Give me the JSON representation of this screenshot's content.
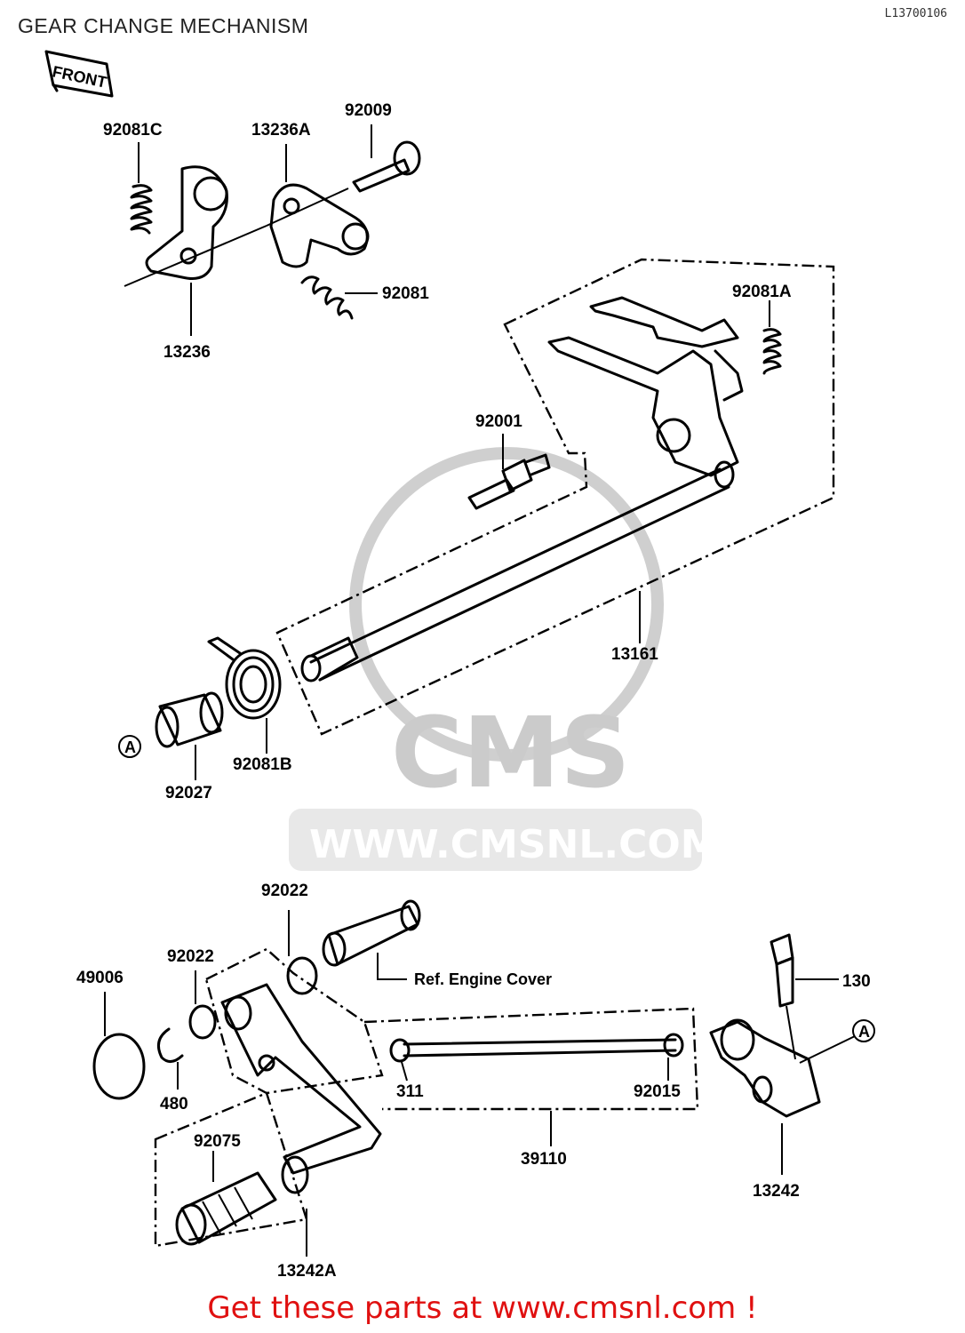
{
  "header": {
    "title": "GEAR CHANGE MECHANISM",
    "diagram_code": "L13700106"
  },
  "orientation": {
    "front_label": "FRONT"
  },
  "watermark": {
    "brand": "CMS",
    "url": "WWW.CMSNL.COM"
  },
  "parts": {
    "p92081C": "92081C",
    "p13236A": "13236A",
    "p92009": "92009",
    "p92081": "92081",
    "p13236": "13236",
    "p92081A": "92081A",
    "p92001": "92001",
    "p13161": "13161",
    "p92081B": "92081B",
    "p92027": "92027",
    "p92022_top": "92022",
    "p92022_left": "92022",
    "p49006": "49006",
    "p480": "480",
    "p311": "311",
    "p92015": "92015",
    "p130": "130",
    "p92075": "92075",
    "p39110": "39110",
    "p13242": "13242",
    "p13242A": "13242A"
  },
  "references": {
    "engine_cover": "Ref.  Engine Cover",
    "marker_a": "A"
  },
  "footer": {
    "promo": "Get these parts at www.cmsnl.com !"
  }
}
